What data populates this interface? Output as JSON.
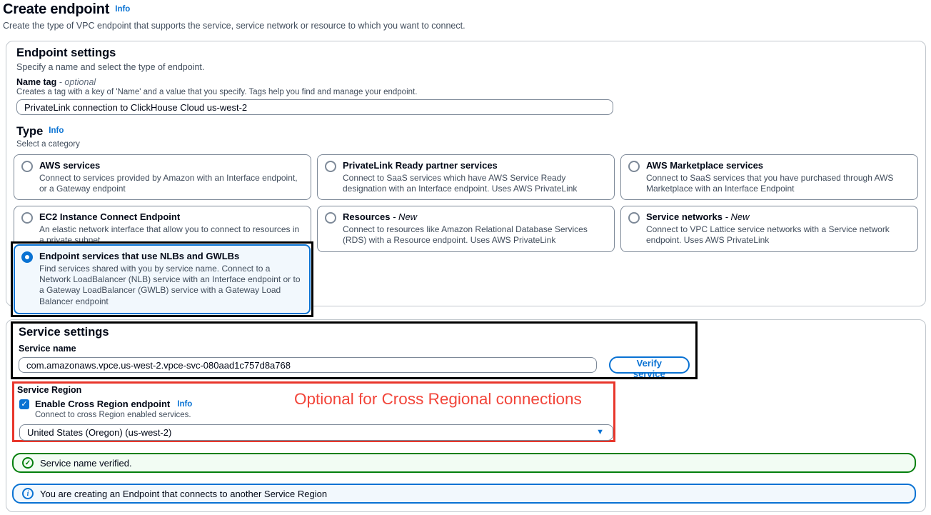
{
  "page": {
    "title": "Create endpoint",
    "title_info": "Info",
    "subtitle": "Create the type of VPC endpoint that supports the service, service network or resource to which you want to connect."
  },
  "endpoint_settings": {
    "title": "Endpoint settings",
    "subtitle": "Specify a name and select the type of endpoint.",
    "name_tag": {
      "label": "Name tag",
      "label_suffix": "- optional",
      "description": "Creates a tag with a key of 'Name' and a value that you specify. Tags help you find and manage your endpoint.",
      "value": "PrivateLink connection to ClickHouse Cloud us-west-2"
    },
    "type": {
      "label": "Type",
      "info": "Info",
      "description": "Select a category",
      "options": [
        {
          "title": "AWS services",
          "description": "Connect to services provided by Amazon with an Interface endpoint, or a Gateway endpoint",
          "selected": false
        },
        {
          "title": "PrivateLink Ready partner services",
          "description": "Connect to SaaS services which have AWS Service Ready designation with an Interface endpoint. Uses AWS PrivateLink",
          "selected": false
        },
        {
          "title": "AWS Marketplace services",
          "description": "Connect to SaaS services that you have purchased through AWS Marketplace with an Interface Endpoint",
          "selected": false
        },
        {
          "title": "EC2 Instance Connect Endpoint",
          "description": "An elastic network interface that allow you to connect to resources in a private subnet",
          "selected": false
        },
        {
          "title": "Resources",
          "title_suffix": "- New",
          "description": "Connect to resources like Amazon Relational Database Services (RDS) with a Resource endpoint. Uses AWS PrivateLink",
          "selected": false
        },
        {
          "title": "Service networks",
          "title_suffix": "- New",
          "description": "Connect to VPC Lattice service networks with a Service network endpoint. Uses AWS PrivateLink",
          "selected": false
        },
        {
          "title": "Endpoint services that use NLBs and GWLBs",
          "description": "Find services shared with you by service name. Connect to a Network LoadBalancer (NLB) service with an Interface endpoint or to a Gateway LoadBalancer (GWLB) service with a Gateway Load Balancer endpoint",
          "selected": true
        }
      ]
    }
  },
  "service_settings": {
    "title": "Service settings",
    "service_name": {
      "label": "Service name",
      "value": "com.amazonaws.vpce.us-west-2.vpce-svc-080aad1c757d8a768",
      "verify_button": "Verify service"
    },
    "service_region": {
      "label": "Service Region",
      "checkbox_checked": true,
      "checkbox_label": "Enable Cross Region endpoint",
      "checkbox_info": "Info",
      "checkbox_description": "Connect to cross Region enabled services.",
      "selected_region": "United States (Oregon) (us-west-2)"
    },
    "annotation_text": "Optional for Cross Regional connections",
    "alerts": {
      "success": "Service name verified.",
      "info": "You are creating an Endpoint that connects to another Service Region"
    }
  },
  "icons": {
    "check": "✓",
    "info_letter": "i",
    "select_caret": "▼"
  },
  "colors": {
    "accent_blue": "#0972d3",
    "success_green": "#037f0c",
    "annotation_red": "#e8362b",
    "annotation_black": "#000000",
    "selected_tile_bg": "#f2f8fd",
    "text_dark": "#000716",
    "text_gray": "#414d5c",
    "border_gray": "#7d8998",
    "card_border": "#c1c7cd"
  }
}
